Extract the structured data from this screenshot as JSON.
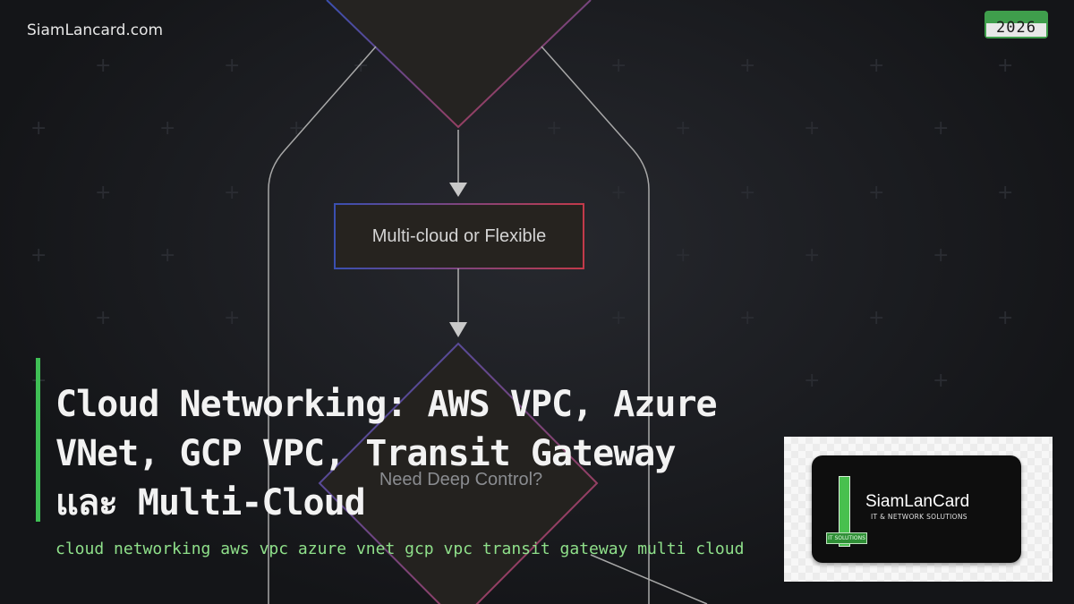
{
  "header": {
    "site_label": "SiamLancard.com",
    "year_badge": "2026"
  },
  "flowchart": {
    "node_label": "Multi-cloud or Flexible",
    "diamond_label": "Need Deep Control?"
  },
  "article": {
    "title_line1": "Cloud Networking: AWS VPC, Azure",
    "title_line2": "VNet, GCP VPC, Transit Gateway",
    "title_line3": "และ Multi-Cloud",
    "keywords": "cloud networking aws vpc azure vnet gcp vpc transit gateway multi cloud"
  },
  "logo": {
    "brand_name": "SiamLanCard",
    "tagline": "IT & NETWORK SOLUTIONS",
    "chip_label": "IT SOLUTIONS"
  },
  "colors": {
    "accent_green": "#3fbf55",
    "keyword_green": "#8fe08a",
    "background": "#1b1c20",
    "node_border_red": "#c23a4a",
    "node_border_blue": "#3a4fb0"
  }
}
